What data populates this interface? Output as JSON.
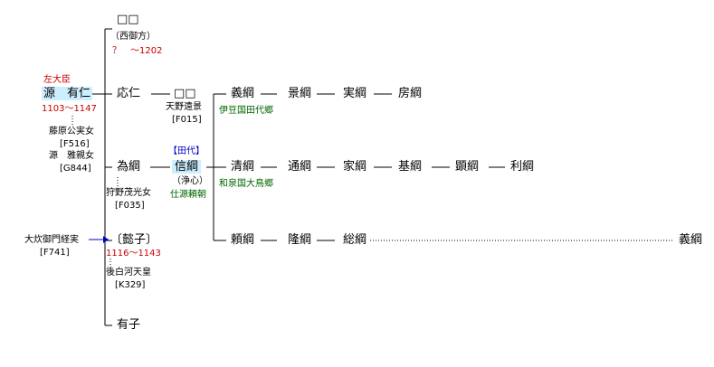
{
  "colors": {
    "red": "#cc0000",
    "green": "#006600",
    "blue": "#0000cc",
    "highlight": "#cceeff"
  },
  "persons": {
    "unknown_top": {
      "name": "□□",
      "note": "（西御方）",
      "dates": "？　～1202"
    },
    "arihito": {
      "title": "左大臣",
      "name": "源　有仁",
      "dates": "1103～1147"
    },
    "wife1": {
      "name": "藤原公実女",
      "code": "[F516]"
    },
    "wife2": {
      "name": "源　雅親女",
      "code": "[G844]"
    },
    "ohito": {
      "name": "応仁"
    },
    "unknown2": {
      "name": "□□",
      "father": "天野遠景",
      "code": "[F015]"
    },
    "tametsuna": {
      "name": "為綱",
      "mother": "狩野茂光女",
      "code": "[F035]"
    },
    "nobutsuna": {
      "tag": "【田代】",
      "name": "信綱",
      "note": "（浄心）",
      "served": "仕源頼朝"
    },
    "yoshitsuna": {
      "name": "義綱"
    },
    "kagetsuna": {
      "name": "景綱"
    },
    "sanetsuna": {
      "name": "実綱"
    },
    "fusatsuna": {
      "name": "房綱"
    },
    "izu": {
      "label": "伊豆国田代郷"
    },
    "kiyotsuna": {
      "name": "清綱"
    },
    "michitsuna": {
      "name": "通綱"
    },
    "ietsuna": {
      "name": "家綱"
    },
    "mototsuna": {
      "name": "基綱"
    },
    "akitsuna": {
      "name": "顕綱"
    },
    "toshitsuna": {
      "name": "利綱"
    },
    "izumi": {
      "label": "和泉国大鳥郷"
    },
    "yoritsuna": {
      "name": "頼綱"
    },
    "takatsuna": {
      "name": "隆綱"
    },
    "fusatsuna2": {
      "name": "総綱"
    },
    "yoshitsuna2": {
      "name": "義綱"
    },
    "tsuneza": {
      "name": "大炊御門経実",
      "code": "[F741]"
    },
    "kinshi": {
      "name": "〔懿子〕",
      "dates": "1116～1143",
      "husband": "後白河天皇",
      "code": "[K329]"
    },
    "yushi": {
      "name": "有子"
    }
  }
}
